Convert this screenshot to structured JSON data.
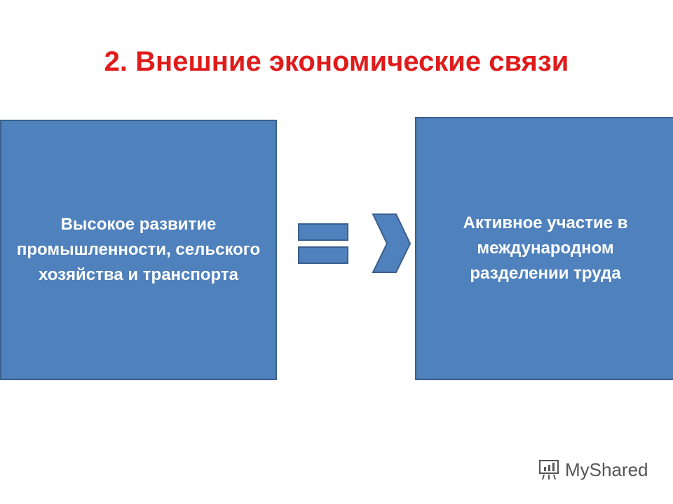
{
  "title": "2. Внешние экономические связи",
  "left_box": "Высокое развитие промышленности, сельского хозяйства и транспорта",
  "right_box": "Активное участие в международном разделении труда",
  "equals_arrow_icon": "equals-chevron-arrow",
  "watermark": "MyShared",
  "colors": {
    "box": "#4f81bd",
    "title": "#e01b1b"
  }
}
